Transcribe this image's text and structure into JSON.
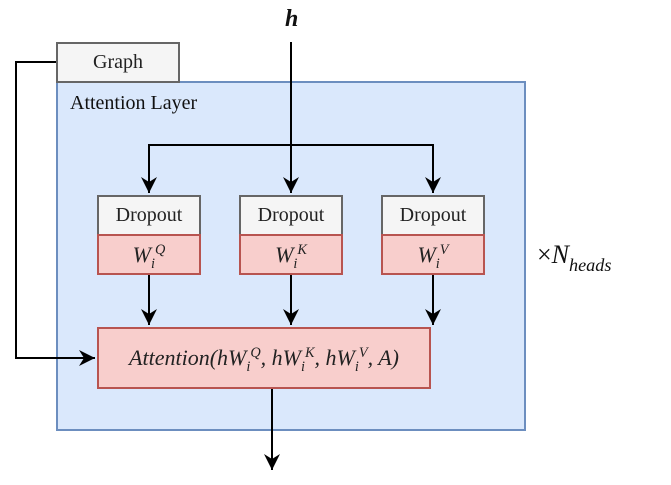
{
  "diagram": {
    "input_label": "h",
    "graph_box": {
      "label": "Graph"
    },
    "attention_layer": {
      "title": "Attention Layer"
    },
    "branches": [
      {
        "dropout_label": "Dropout",
        "weight": {
          "base": "W",
          "sub": "i",
          "sup": "Q"
        }
      },
      {
        "dropout_label": "Dropout",
        "weight": {
          "base": "W",
          "sub": "i",
          "sup": "K"
        }
      },
      {
        "dropout_label": "Dropout",
        "weight": {
          "base": "W",
          "sub": "i",
          "sup": "V"
        }
      }
    ],
    "attention_box": {
      "func": "Attention(",
      "terms": [
        {
          "prefix": "hW",
          "sub": "i",
          "sup": "Q",
          "sep": ", "
        },
        {
          "prefix": "hW",
          "sub": "i",
          "sup": "K",
          "sep": ", "
        },
        {
          "prefix": "hW",
          "sub": "i",
          "sup": "V",
          "sep": ", "
        }
      ],
      "tail": "A)"
    },
    "repeat_label": {
      "times": "×",
      "base": "N",
      "sub": "heads"
    },
    "colors": {
      "layer_fill": "#dae8fc",
      "layer_stroke": "#6c8ebf",
      "weight_fill": "#f8cecc",
      "weight_stroke": "#b85450",
      "dropout_fill": "#f5f5f5",
      "dropout_stroke": "#666666"
    }
  }
}
